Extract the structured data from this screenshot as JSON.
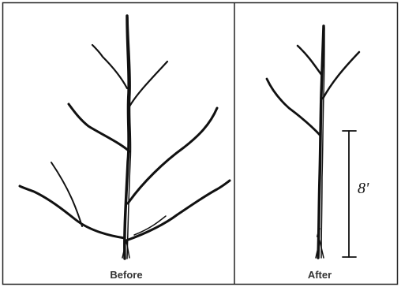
{
  "panels": [
    {
      "label": "Before"
    },
    {
      "label": "After"
    }
  ],
  "measurement": {
    "text": "8'"
  },
  "colors": {
    "ink": "#111111",
    "border": "#222222",
    "label": "#333333"
  }
}
